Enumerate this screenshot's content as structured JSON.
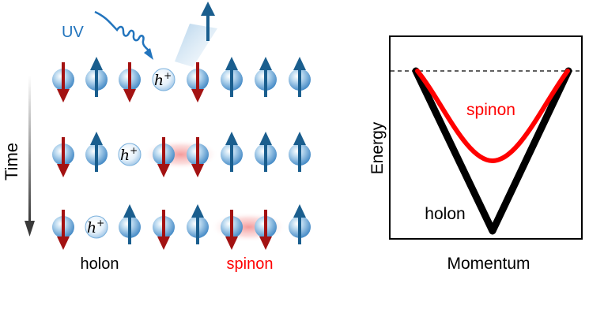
{
  "diagram": {
    "excitation_label": "UV",
    "time_label": "Time",
    "hole_symbol": "h",
    "hole_charge": "+",
    "caption_left": "holon",
    "caption_right": "spinon",
    "rows": [
      [
        "down",
        "up",
        "down",
        "hole",
        "down",
        "up",
        "up",
        "up"
      ],
      [
        "down",
        "up",
        "hole",
        "down",
        "down",
        "up",
        "up",
        "up"
      ],
      [
        "down",
        "hole",
        "up",
        "down",
        "up",
        "down",
        "down",
        "up"
      ]
    ],
    "spinon_glow": [
      null,
      [
        3,
        4
      ],
      [
        5,
        6
      ]
    ]
  },
  "plot": {
    "ylabel": "Energy",
    "xlabel": "Momentum",
    "spinon_label": "spinon",
    "holon_label": "holon"
  },
  "colors": {
    "spin_up": "#1a5e8e",
    "spin_down": "#a31212",
    "sphere": "#5fa1d6",
    "spinon": "#ff0000",
    "holon": "#000000",
    "uv": "#2274bd"
  }
}
